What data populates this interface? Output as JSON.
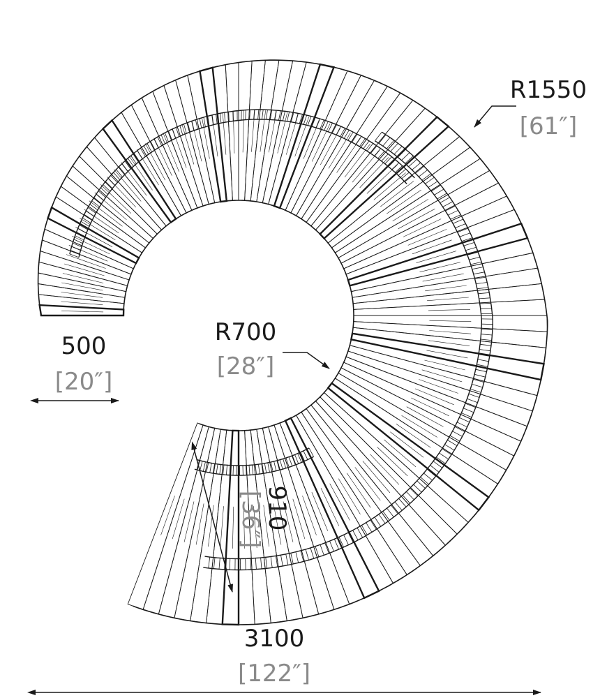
{
  "colors": {
    "line": "#1a1a1a",
    "sub_text": "#8a8a8a",
    "background": "#ffffff"
  },
  "dimensions": {
    "outer_radius": {
      "value": "R1550",
      "imperial": "[61″]"
    },
    "inner_radius": {
      "value": "R700",
      "imperial": "[28″]"
    },
    "segment_width": {
      "value": "500",
      "imperial": "[20″]"
    },
    "end_width": {
      "value": "910",
      "imperial": "[36″]"
    },
    "overall_width": {
      "value": "3100",
      "imperial": "[122″]"
    }
  }
}
